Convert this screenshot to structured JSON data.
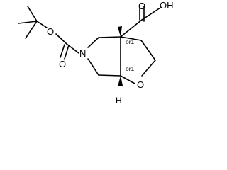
{
  "molecule": {
    "atoms": {
      "acid_oh": "OH",
      "acid_carbonyl_o": "O",
      "ester_carbonyl_o": "O",
      "ester_o": "O",
      "nitrogen": "N",
      "ring_oxygen": "O",
      "stereo_h": "H"
    },
    "stereo_labels": {
      "upper_center": "or1",
      "lower_center": "or1"
    }
  }
}
